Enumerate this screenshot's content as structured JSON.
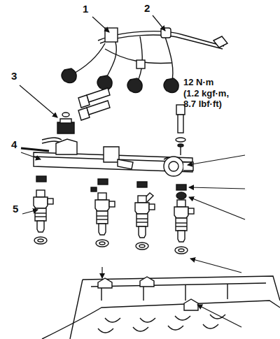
{
  "diagram": {
    "labels": [
      "1",
      "2",
      "3",
      "4",
      "5",
      "12 N·m (1.2 kgf·m, 8.7 lbf·ft)"
    ]
  }
}
